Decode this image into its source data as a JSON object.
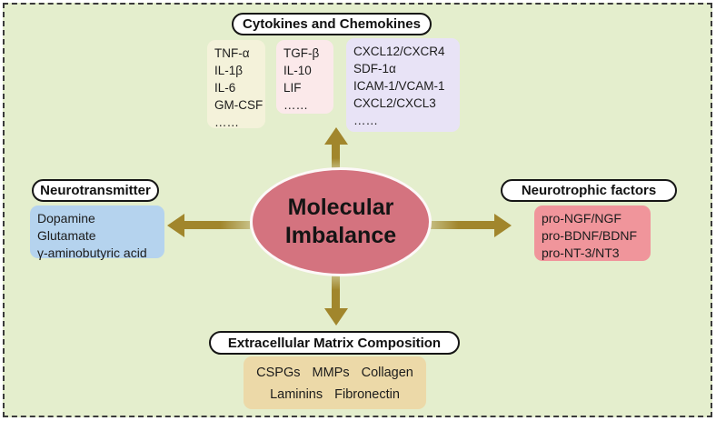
{
  "figure": {
    "background_color": "#e4eecd",
    "border_color": "#3b3b3b",
    "arrow_color": "#a1862c"
  },
  "center": {
    "line1": "Molecular",
    "line2": "Imbalance",
    "fill_color": "#d4737f"
  },
  "cytokines": {
    "title": "Cytokines and Chemokines",
    "boxes": [
      {
        "color": "#f4f2da",
        "items": [
          "TNF-α",
          "IL-1β",
          "IL-6",
          "GM-CSF",
          "……"
        ]
      },
      {
        "color": "#fbe9ea",
        "items": [
          "TGF-β",
          "IL-10",
          "LIF",
          "……"
        ]
      },
      {
        "color": "#e8e3f6",
        "items": [
          "CXCL12/CXCR4",
          "SDF-1α",
          "ICAM-1/VCAM-1",
          "CXCL2/CXCL3",
          "……"
        ]
      }
    ]
  },
  "neurotransmitter": {
    "title": "Neurotransmitter",
    "box_color": "#b5d3ee",
    "items": [
      "Dopamine",
      "Glutamate",
      "γ-aminobutyric acid"
    ]
  },
  "neurotrophic": {
    "title": "Neurotrophic factors",
    "box_color": "#f0959b",
    "items": [
      "pro-NGF/NGF",
      "pro-BDNF/BDNF",
      "pro-NT-3/NT3"
    ]
  },
  "ecm": {
    "title": "Extracellular Matrix Composition",
    "box_color": "#ecd9a8",
    "lines": [
      "CSPGs MMPs Collagen",
      "Laminins Fibronectin"
    ]
  }
}
